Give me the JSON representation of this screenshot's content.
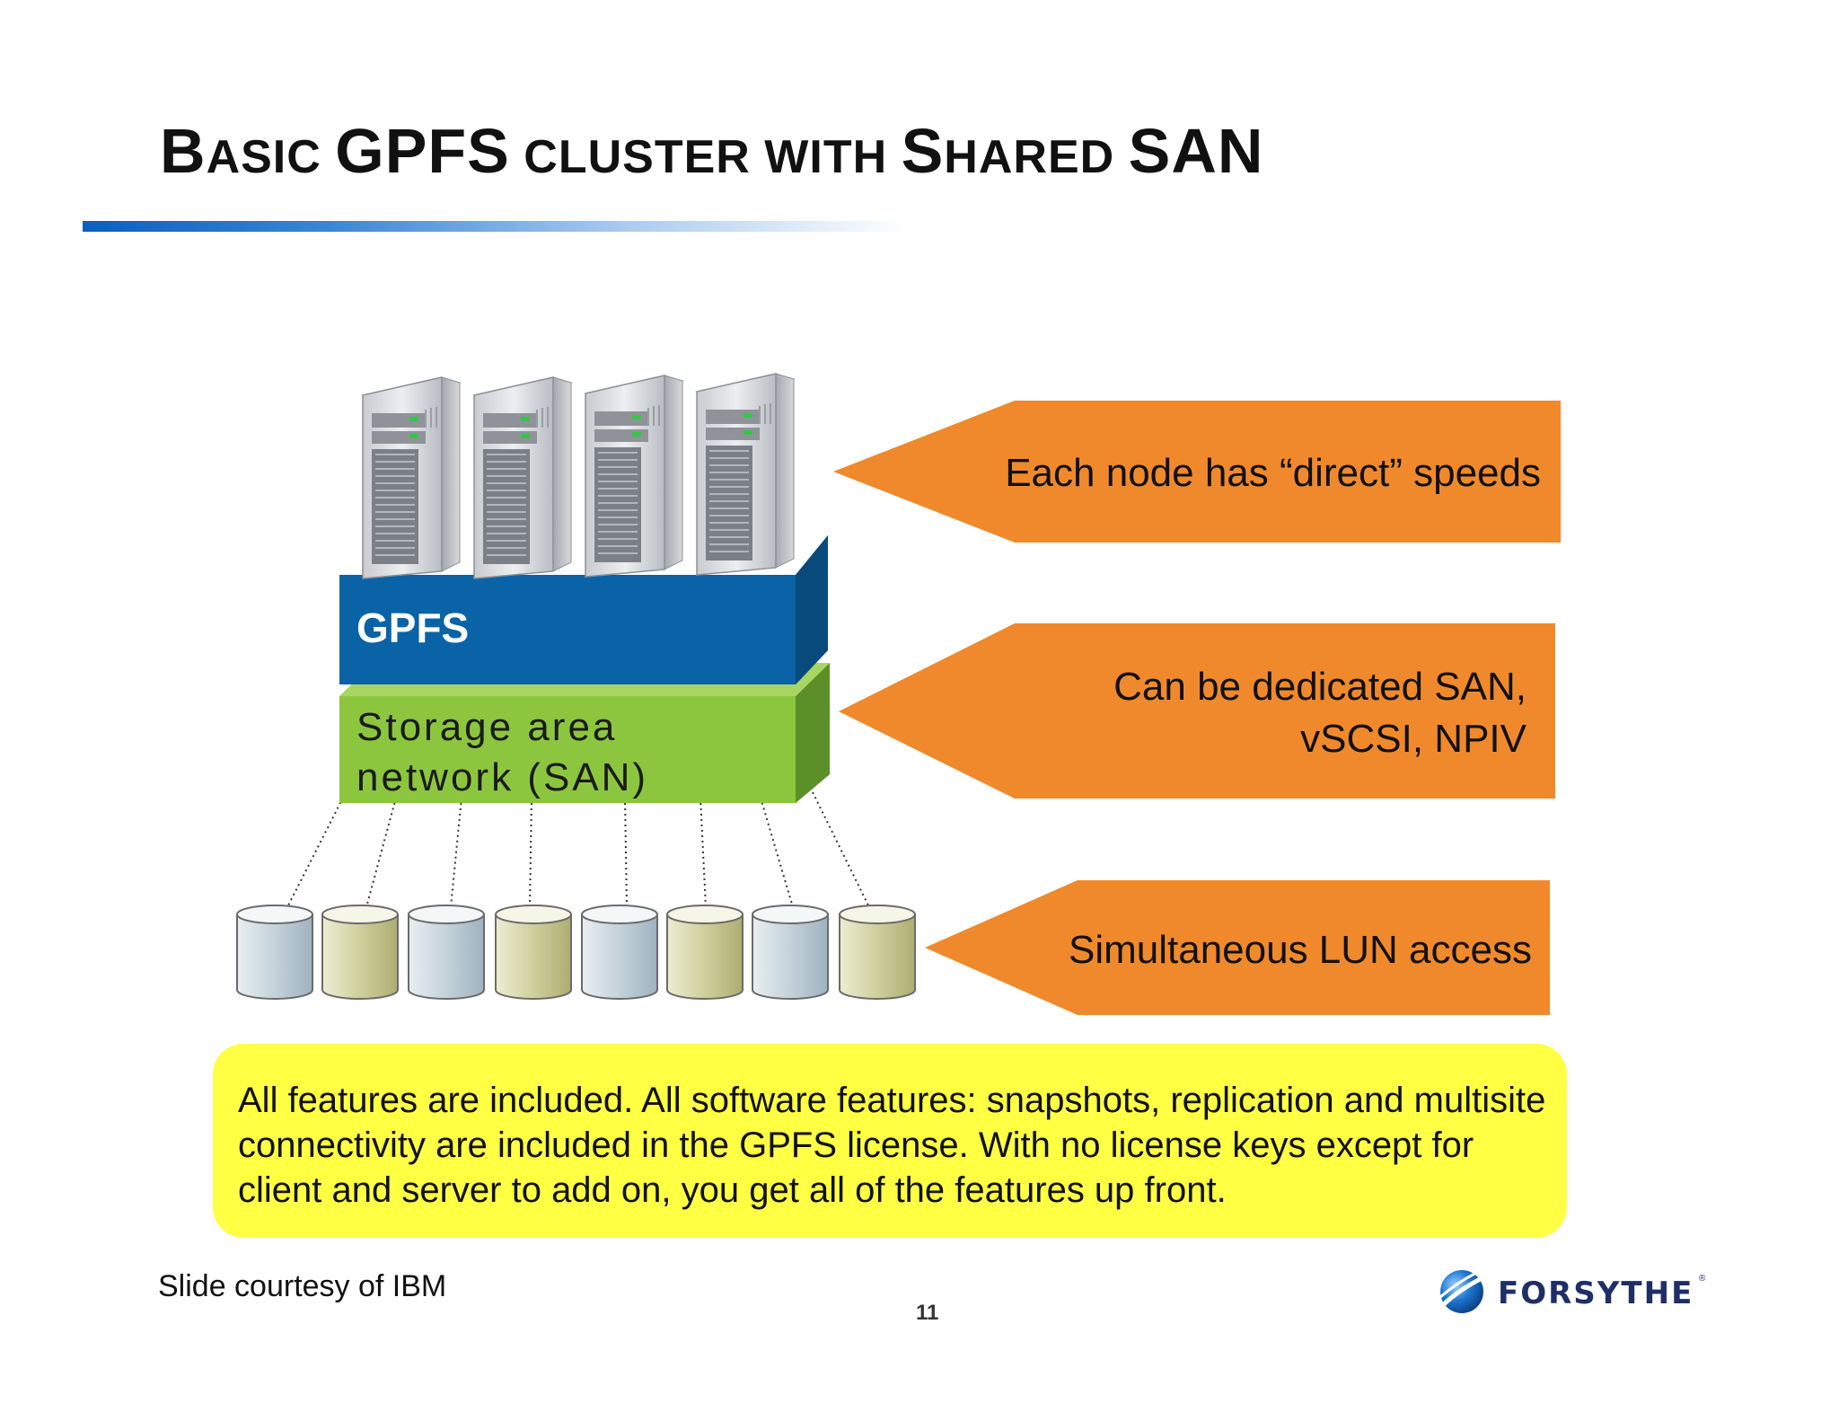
{
  "title": {
    "parts": [
      {
        "text": "B",
        "cls": "big"
      },
      {
        "text": "ASIC ",
        "cls": "sc"
      },
      {
        "text": "GPFS",
        "cls": "big"
      },
      {
        "text": " CLUSTER WITH ",
        "cls": "sc"
      },
      {
        "text": "S",
        "cls": "big"
      },
      {
        "text": "HARED ",
        "cls": "sc"
      },
      {
        "text": "SAN",
        "cls": "big"
      }
    ]
  },
  "diagram": {
    "gpfs_label": "GPFS",
    "san_label": "Storage area\nnetwork (SAN)",
    "server_icons": [
      "server-tower",
      "server-tower",
      "server-tower",
      "server-tower"
    ],
    "disk_icons": [
      "disk-blue",
      "disk-olive",
      "disk-blue",
      "disk-olive",
      "disk-blue",
      "disk-olive",
      "disk-blue",
      "disk-olive"
    ]
  },
  "callouts": [
    {
      "text": "Each node has “direct” speeds"
    },
    {
      "text": "Can be dedicated SAN,\nvSCSI, NPIV"
    },
    {
      "text": "Simultaneous LUN access"
    }
  ],
  "note": "All features are included. All software features: snapshots, replication and multisite connectivity are included in the GPFS license. With no license keys except for client and server to add on, you get all of the features up front.",
  "footer": {
    "credit": "Slide courtesy of IBM",
    "page": "11",
    "logo": "FORSYTHE",
    "logo_mark": "®"
  },
  "colors": {
    "orange": "#f0892b",
    "gpfs_blue": "#0a63a6",
    "san_green": "#8cc63f",
    "note_yellow": "#ffff44"
  }
}
